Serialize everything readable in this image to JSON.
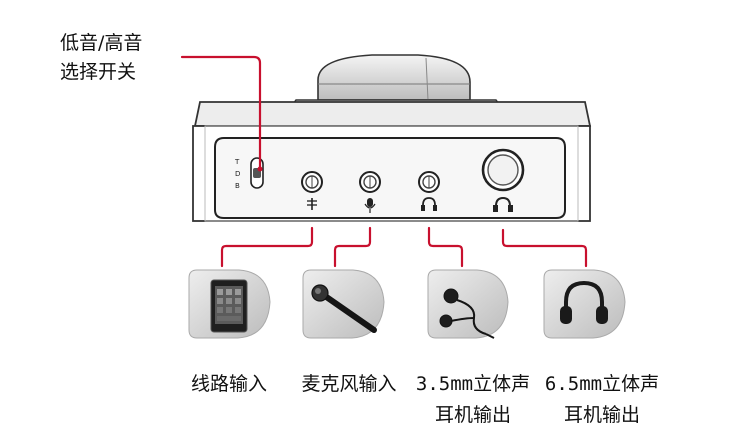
{
  "switch_callout": {
    "line1": "低音/高音",
    "line2": "选择开关",
    "switch_positions": [
      "T",
      "D",
      "B"
    ]
  },
  "ports": [
    {
      "id": "line-in",
      "icon": "line-in-icon"
    },
    {
      "id": "mic-in",
      "icon": "microphone-icon"
    },
    {
      "id": "earphone-3-5",
      "icon": "headphone-small-icon"
    },
    {
      "id": "headphone-6-5",
      "icon": "headphone-large-icon"
    }
  ],
  "devices": [
    {
      "icon": "smartphone-icon",
      "label_line1": "线路输入",
      "label_line2": ""
    },
    {
      "icon": "microphone-device-icon",
      "label_line1": "麦克风输入",
      "label_line2": ""
    },
    {
      "icon": "earbuds-icon",
      "label_line1": "3.5mm立体声",
      "label_line2": "耳机输出"
    },
    {
      "icon": "over-ear-headphones-icon",
      "label_line1": "6.5mm立体声",
      "label_line2": "耳机输出"
    }
  ],
  "colors": {
    "callout_line": "#c8102e",
    "device_body": "#2a2a2a",
    "tile_fill": "#d6d6d6"
  }
}
